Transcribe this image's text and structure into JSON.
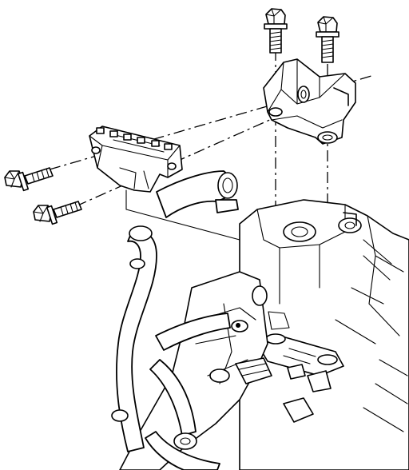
{
  "figure": {
    "colors": {
      "line": "#000000",
      "background": "#ffffff"
    },
    "parts": [
      {
        "id": "bolt-top-left",
        "icon": "flange-bolt-icon"
      },
      {
        "id": "bolt-top-right",
        "icon": "flange-bolt-icon"
      },
      {
        "id": "bolt-side-upper",
        "icon": "flange-bolt-icon"
      },
      {
        "id": "bolt-side-lower",
        "icon": "flange-bolt-icon"
      },
      {
        "id": "mounting-bracket",
        "icon": "bracket-icon"
      },
      {
        "id": "control-module",
        "icon": "module-icon"
      },
      {
        "id": "engine-assembly",
        "icon": "engine-icon"
      }
    ]
  }
}
